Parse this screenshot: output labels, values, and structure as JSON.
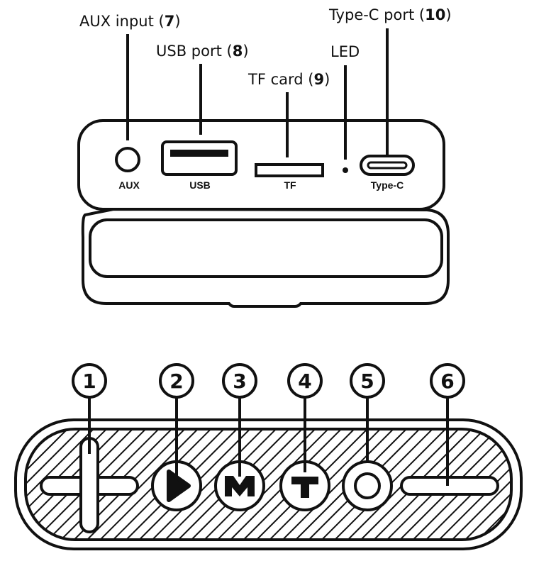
{
  "callouts": {
    "aux": {
      "text": "AUX input (",
      "num": "7",
      "close": ")"
    },
    "usb": {
      "text": "USB port (",
      "num": "8",
      "close": ")"
    },
    "tf": {
      "text": "TF card (",
      "num": "9",
      "close": ")"
    },
    "led": {
      "text": "LED"
    },
    "typec": {
      "text": "Type-C port (",
      "num": "10",
      "close": ")"
    }
  },
  "port_labels": {
    "aux": "AUX",
    "usb": "USB",
    "tf": "TF",
    "typec": "Type-C"
  },
  "button_numbers": [
    "1",
    "2",
    "3",
    "4",
    "5",
    "6"
  ],
  "button_icons": {
    "btn3": "M",
    "btn4": "T"
  },
  "colors": {
    "ink": "#111111",
    "background": "#ffffff"
  }
}
